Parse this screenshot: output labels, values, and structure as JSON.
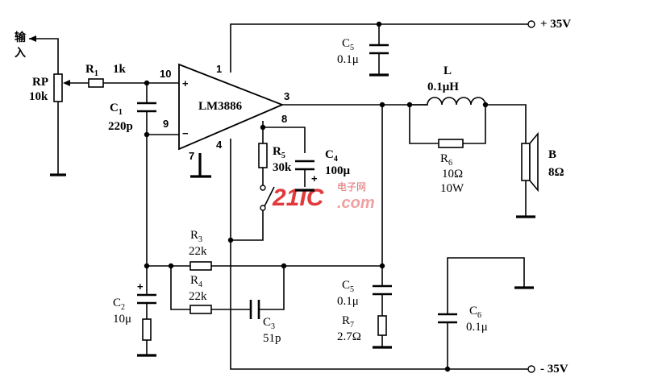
{
  "input": {
    "label": "输入"
  },
  "rp": {
    "name": "RP",
    "value": "10k"
  },
  "r1": {
    "name": "R",
    "sub": "1",
    "value": "1k"
  },
  "c1": {
    "name": "C",
    "sub": "1",
    "value": "220p"
  },
  "amp": {
    "name": "LM3886",
    "pin_plus": "+",
    "pin_minus": "−"
  },
  "pins": {
    "p10": "10",
    "p9": "9",
    "p7": "7",
    "p1": "1",
    "p4": "4",
    "p3": "3",
    "p8": "8"
  },
  "r5": {
    "name": "R",
    "sub": "5",
    "value": "30k"
  },
  "c4": {
    "name": "C",
    "sub": "4",
    "value": "100μ",
    "plus": "+"
  },
  "c5_top": {
    "name": "C",
    "sub": "5",
    "value": "0.1μ"
  },
  "vplus": {
    "label": "+ 35V"
  },
  "inductor": {
    "name": "L",
    "value": "0.1μH"
  },
  "r6": {
    "name": "R",
    "sub": "6",
    "value": "10Ω",
    "power": "10W"
  },
  "speaker": {
    "name": "B",
    "value": "8Ω"
  },
  "r3": {
    "name": "R",
    "sub": "3",
    "value": "22k"
  },
  "r4": {
    "name": "R",
    "sub": "4",
    "value": "22k"
  },
  "c3": {
    "name": "C",
    "sub": "3",
    "value": "51p"
  },
  "c2": {
    "name": "C",
    "sub": "2",
    "value": "10μ",
    "plus": "+"
  },
  "c5_bot": {
    "name": "C",
    "sub": "5",
    "value": "0.1μ"
  },
  "r7": {
    "name": "R",
    "sub": "7",
    "value": "2.7Ω"
  },
  "c6": {
    "name": "C",
    "sub": "6",
    "value": "0.1μ"
  },
  "vminus": {
    "label": "- 35V"
  },
  "watermark": {
    "brand": "21IC",
    "cn": "电子网",
    "com": ".com"
  }
}
